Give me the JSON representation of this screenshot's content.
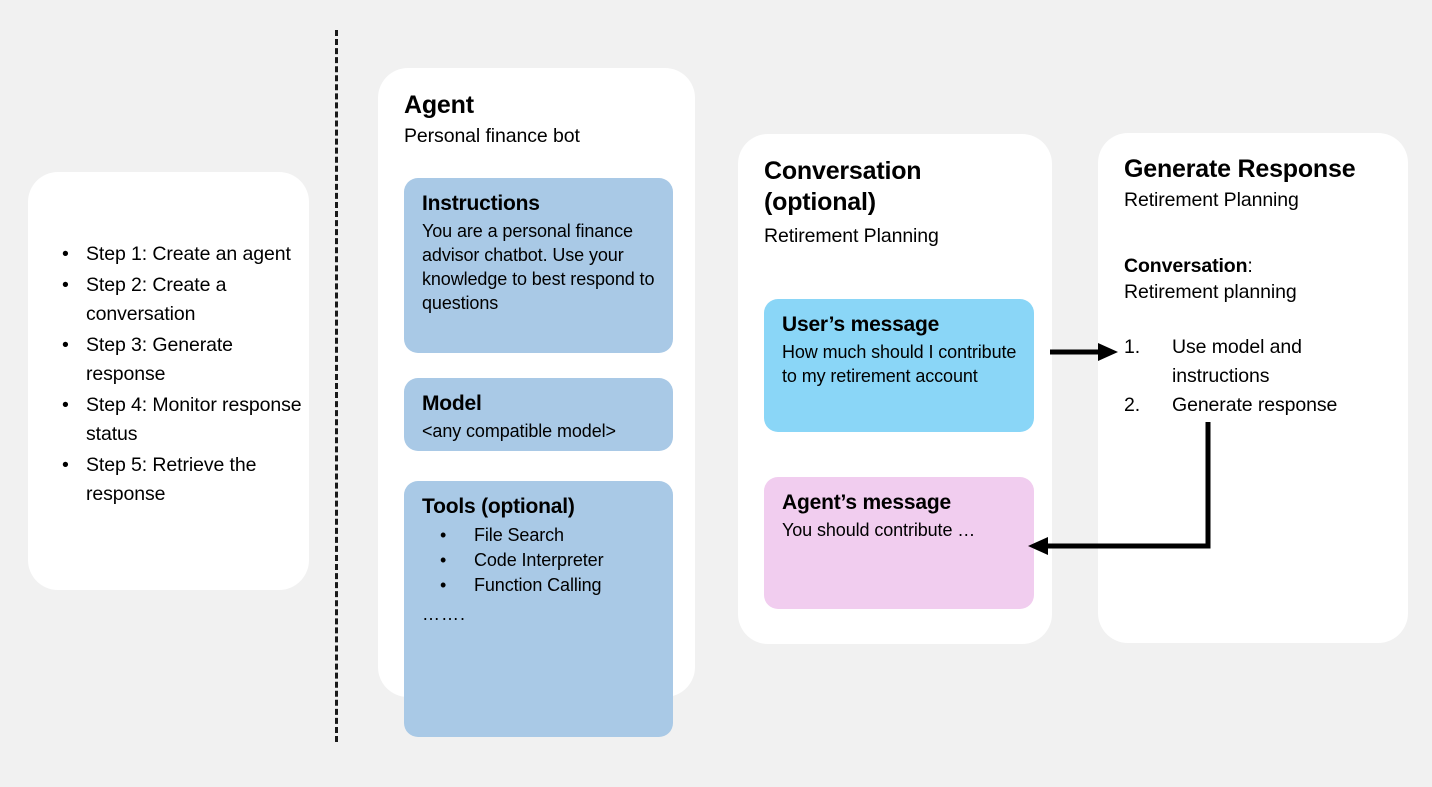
{
  "steps": {
    "bullet": "•",
    "items": [
      "Step 1: Create an agent",
      "Step 2: Create a conversation",
      "Step 3: Generate response",
      "Step 4: Monitor response status",
      "Step 5: Retrieve the response"
    ]
  },
  "agent": {
    "title": "Agent",
    "subtitle": "Personal finance bot",
    "instructions": {
      "title": "Instructions",
      "body": "You are a personal finance advisor chatbot. Use your knowledge to best respond to questions"
    },
    "model": {
      "title": "Model",
      "body": "<any compatible model>"
    },
    "tools": {
      "title": "Tools (optional)",
      "bullet": "•",
      "items": [
        "File Search",
        "Code Interpreter",
        "Function Calling"
      ],
      "ellipsis": "……."
    }
  },
  "conversation": {
    "title": "Conversation (optional)",
    "subtitle": "Retirement Planning",
    "user_message": {
      "title": "User’s message",
      "body": "How much should I contribute to my retirement account"
    },
    "agent_message": {
      "title": "Agent’s message",
      "body": "You should contribute …"
    }
  },
  "generate": {
    "title": "Generate Response",
    "subtitle": "Retirement Planning",
    "conversation_label": "Conversation",
    "conversation_colon": ":",
    "conversation_value": "Retirement planning",
    "steps": [
      {
        "num": "1.",
        "text": "Use model and instructions"
      },
      {
        "num": "2.",
        "text": "Generate response"
      }
    ]
  },
  "colors": {
    "background": "#f1f1f1",
    "card": "#ffffff",
    "block_blue": "#a9c9e6",
    "block_cyan": "#8ad6f7",
    "block_pink": "#f1cdef",
    "arrow": "#000000",
    "divider": "#1a1a1a"
  }
}
